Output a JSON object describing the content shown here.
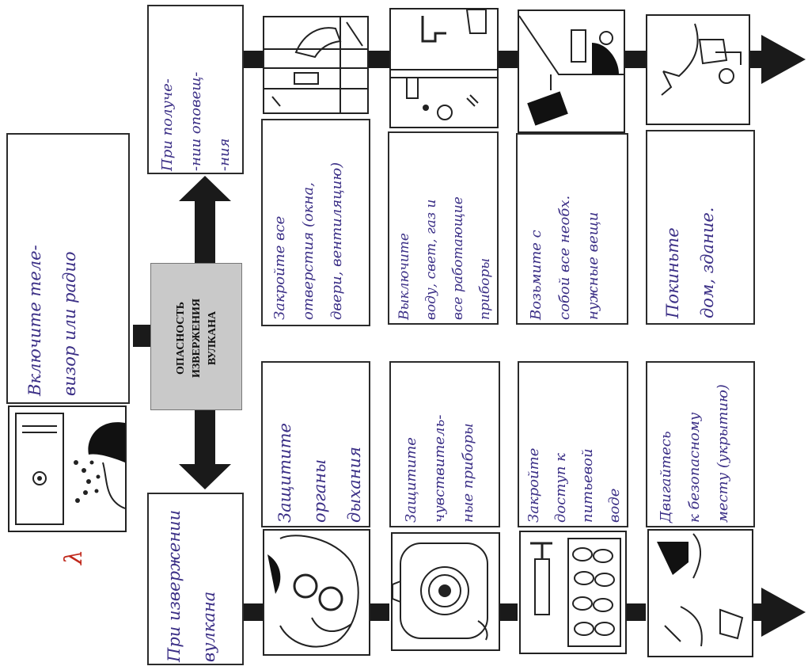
{
  "center": {
    "lines": [
      "ОПАСНОСТЬ",
      "ИЗВЕРЖЕНИЯ",
      "ВУЛКАНА"
    ]
  },
  "intro": {
    "lines": [
      "Включите теле-",
      "визор или радио"
    ]
  },
  "top_branch": {
    "heading": {
      "lines": [
        "При получе-",
        "-нии оповещ-",
        "-ния"
      ]
    },
    "steps": [
      {
        "lines": [
          "Закройте все",
          "отверстия (окна,",
          "двери, вентиляцию)"
        ]
      },
      {
        "lines": [
          "Выключите",
          "воду, свет, газ и",
          "все работающие",
          "приборы"
        ]
      },
      {
        "lines": [
          "Возьмите с",
          "собой все необх.",
          "нужные вещи"
        ]
      },
      {
        "lines": [
          "Покиньте",
          "дом, здание."
        ]
      }
    ]
  },
  "bottom_branch": {
    "heading": {
      "lines": [
        "При извержении",
        "вулкана"
      ]
    },
    "steps": [
      {
        "lines": [
          "Защитите",
          "органы",
          "дыхания"
        ]
      },
      {
        "lines": [
          "Защитите",
          "чувствитель-",
          "ные приборы"
        ]
      },
      {
        "lines": [
          "Закройте",
          "доступ к",
          "питьевой",
          "воде"
        ]
      },
      {
        "lines": [
          "Двигайтесь",
          "к безопасному",
          "месту (укрытию)"
        ]
      }
    ]
  },
  "margin_mark": "λ",
  "colors": {
    "ink": "#3b2f86",
    "center_fill": "#c9c9c9",
    "mark": "#c0281b"
  },
  "icons": {
    "intro": "radio-listener-icon",
    "top": [
      "close-window-icon",
      "switch-off-utilities-icon",
      "pack-belongings-icon",
      "leave-building-icon"
    ],
    "bottom": [
      "gas-mask-icon",
      "protect-device-icon",
      "cover-water-icon",
      "evacuate-icon"
    ]
  }
}
